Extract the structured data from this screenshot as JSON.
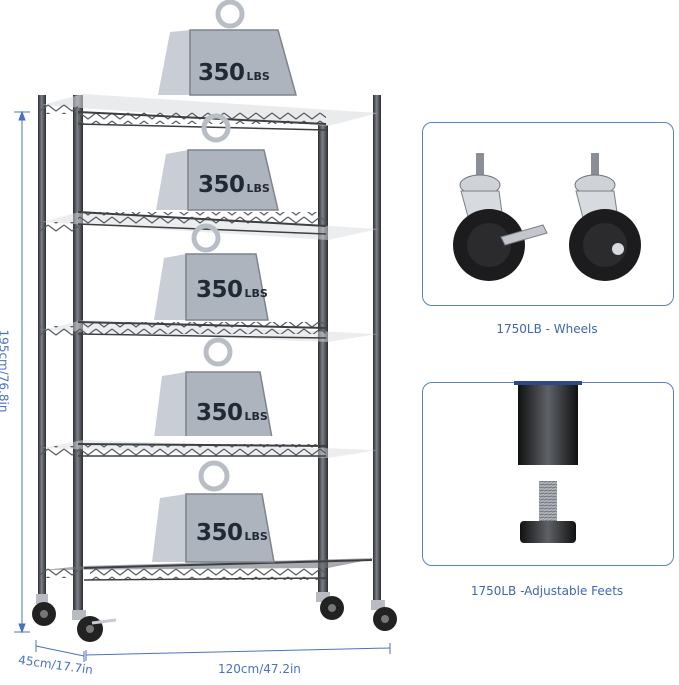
{
  "product": {
    "shelf_count": 5,
    "finish_color": "#3c3f44",
    "accent_color": "#4a72c0"
  },
  "dimensions": {
    "height": "195cm/76.8in",
    "depth": "45cm/17.7in",
    "width": "120cm/47.2in"
  },
  "weights": [
    {
      "value": "350",
      "unit": "LBS",
      "side": "350LBS"
    },
    {
      "value": "350",
      "unit": "LBS",
      "side": "350LBS"
    },
    {
      "value": "350",
      "unit": "LBS",
      "side": "350LBS"
    },
    {
      "value": "350",
      "unit": "LBS",
      "side": "350LBS"
    },
    {
      "value": "350",
      "unit": "LBS",
      "side": "350LBS"
    }
  ],
  "callouts": [
    {
      "label": "1750LB - Wheels",
      "icon": "caster-wheels-icon"
    },
    {
      "label": "1750LB -Adjustable Feets",
      "icon": "leveling-foot-icon"
    }
  ]
}
